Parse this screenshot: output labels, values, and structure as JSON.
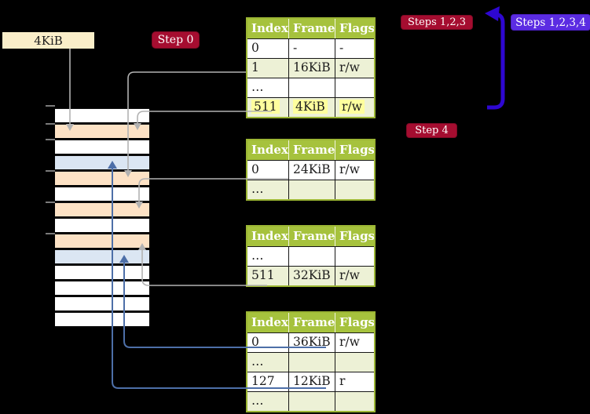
{
  "colors": {
    "header_green": "#a6c23d",
    "border_green": "#9cb634",
    "row_green": "#edf1d6",
    "row_peach": "#fde2c5",
    "row_blue": "#dbe6f3",
    "cream": "#faeec9",
    "highlight_yellow": "#feff9e",
    "badge_red": "#a50d30",
    "badge_violet": "#5b2ce2",
    "loop_blue": "#2e07d1",
    "connector_gray": "#b2b2b2",
    "connector_blue": "#4d6fa8",
    "text_dark": "#1c1c1c"
  },
  "labels": {
    "frame_4kib": "4KiB"
  },
  "badges": {
    "step0": "Step 0",
    "steps123": "Steps 1,2,3",
    "steps1234": "Steps 1,2,3,4",
    "step4": "Step 4"
  },
  "memory": {
    "rows": [
      "white",
      "peach",
      "white",
      "blue",
      "peach",
      "white",
      "peach",
      "white",
      "peach",
      "blue",
      "white",
      "white",
      "white",
      "white"
    ],
    "tick_ys": [
      134,
      157,
      177,
      217,
      257,
      297
    ]
  },
  "tables": {
    "columns": [
      "Index",
      "Frame",
      "Flags"
    ],
    "list": [
      {
        "name": "level4-table",
        "rows": [
          {
            "cells": [
              "0",
              "-",
              "-"
            ],
            "shaded": false,
            "highlight": false
          },
          {
            "cells": [
              "1",
              "16KiB",
              "r/w"
            ],
            "shaded": true,
            "highlight": false
          },
          {
            "cells": [
              "…",
              "",
              ""
            ],
            "shaded": false,
            "highlight": false
          },
          {
            "cells": [
              "511",
              "4KiB",
              "r/w"
            ],
            "shaded": true,
            "highlight": true
          }
        ]
      },
      {
        "name": "level3-table",
        "rows": [
          {
            "cells": [
              "0",
              "24KiB",
              "r/w"
            ],
            "shaded": false,
            "highlight": false
          },
          {
            "cells": [
              "…",
              "",
              ""
            ],
            "shaded": true,
            "highlight": false
          }
        ]
      },
      {
        "name": "level2-table",
        "rows": [
          {
            "cells": [
              "…",
              "",
              ""
            ],
            "shaded": false,
            "highlight": false
          },
          {
            "cells": [
              "511",
              "32KiB",
              "r/w"
            ],
            "shaded": true,
            "highlight": false
          }
        ]
      },
      {
        "name": "level1-table",
        "rows": [
          {
            "cells": [
              "0",
              "36KiB",
              "r/w"
            ],
            "shaded": false,
            "highlight": false
          },
          {
            "cells": [
              "…",
              "",
              ""
            ],
            "shaded": true,
            "highlight": false
          },
          {
            "cells": [
              "127",
              "12KiB",
              "r"
            ],
            "shaded": false,
            "highlight": false
          },
          {
            "cells": [
              "…",
              "",
              ""
            ],
            "shaded": true,
            "highlight": false
          }
        ]
      }
    ]
  }
}
